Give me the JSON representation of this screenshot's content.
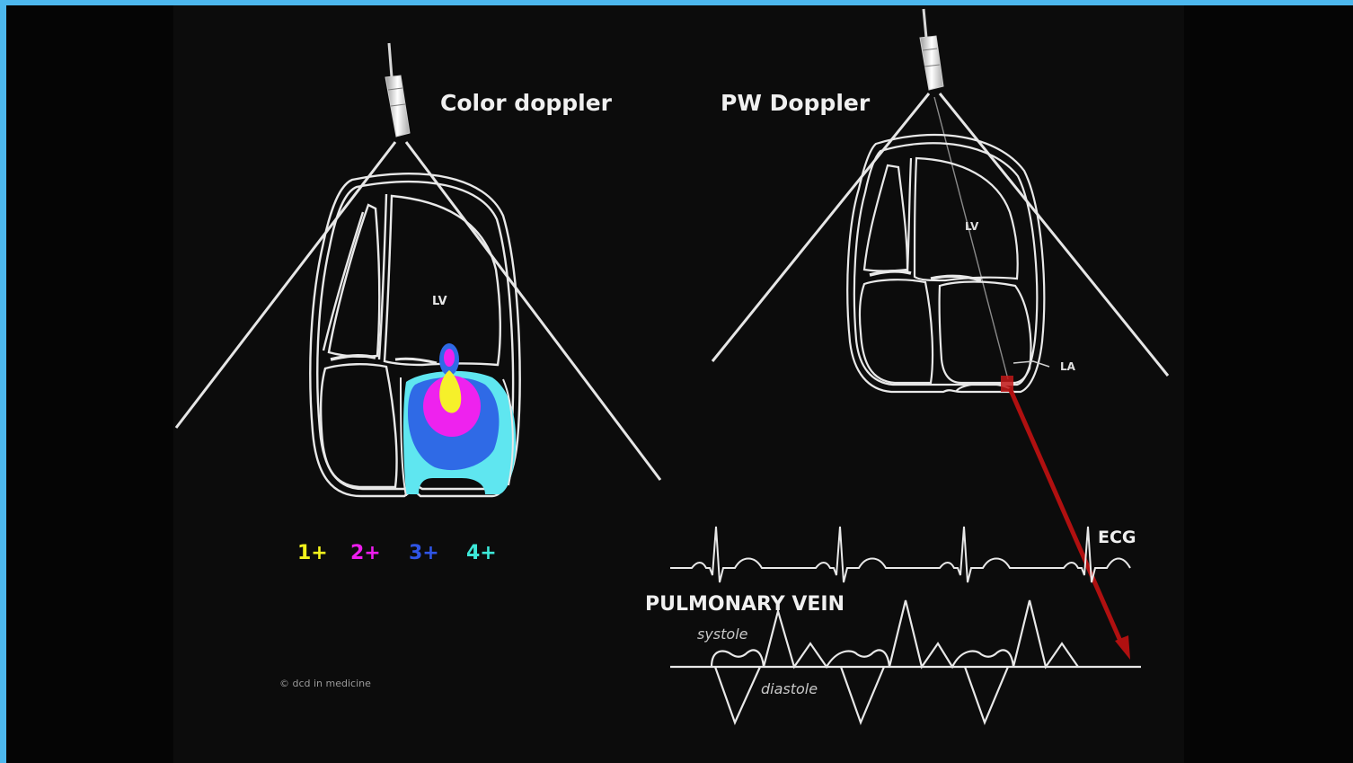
{
  "left_panel": {
    "title": "Color doppler",
    "lv_label": "LV",
    "grades": [
      {
        "label": "1+",
        "color": "#f2f21c"
      },
      {
        "label": "2+",
        "color": "#ee1cee"
      },
      {
        "label": "3+",
        "color": "#2f55e6"
      },
      {
        "label": "4+",
        "color": "#3de8d8"
      }
    ],
    "copyright": "© dcd in medicine"
  },
  "right_panel": {
    "title": "PW Doppler",
    "lv_label": "LV",
    "la_label": "LA",
    "ecg_label": "ECG",
    "pv_label": "PULMONARY VEIN",
    "systole_label": "systole",
    "diastole_label": "diastole"
  },
  "colors": {
    "background": "#0c0c0c",
    "outline": "#e8e8e8",
    "jet_outer": "#5fe6f0",
    "jet_blue": "#2f6ae6",
    "jet_magenta": "#ee22ee",
    "jet_yellow": "#f6f02a",
    "beam": "#b01010",
    "frame_blue": "#4db8ee"
  }
}
